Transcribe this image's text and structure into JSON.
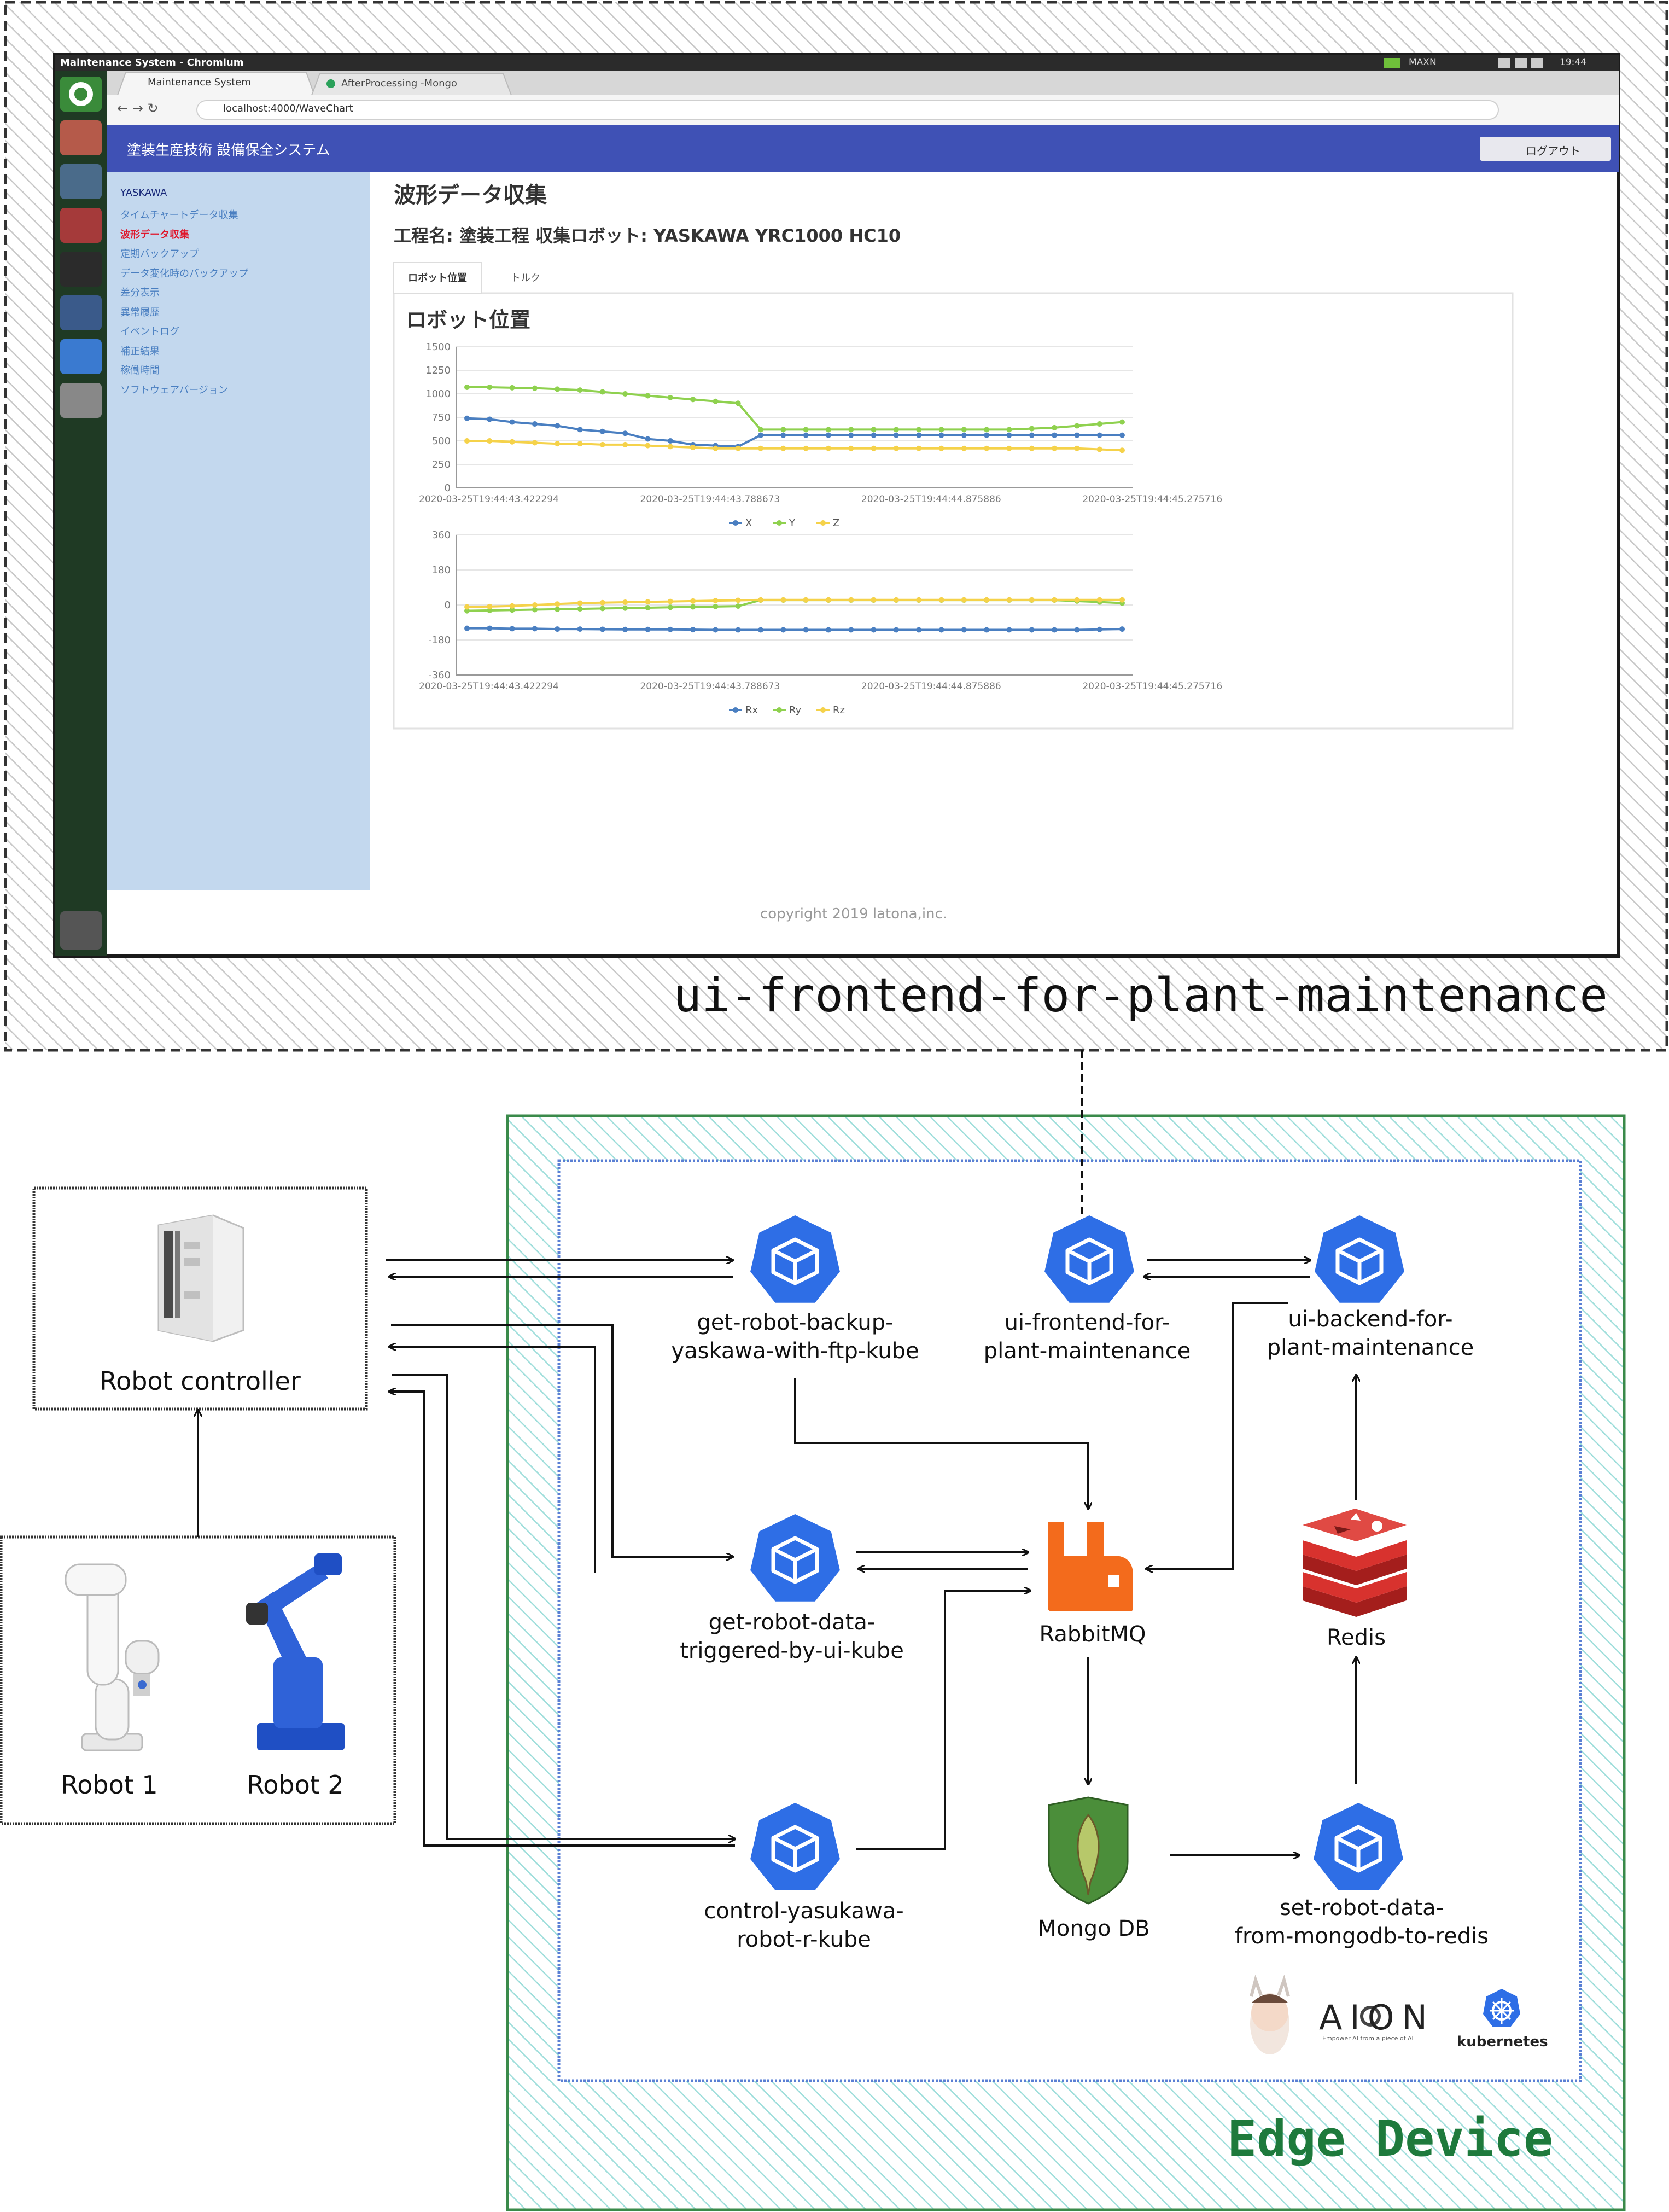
{
  "screenshot": {
    "window_title": "Maintenance System - Chromium",
    "tray": {
      "gpu": "MAXN",
      "time": "19:44"
    },
    "tabs": [
      "Maintenance System",
      "AfterProcessing -Mongo"
    ],
    "address": "localhost:4000/WaveChart",
    "app_title": "塗装生産技術 設備保全システム",
    "logout_label": "ログアウト",
    "sidebar": {
      "brand": "YASKAWA",
      "items": [
        "タイムチャートデータ収集",
        "波形データ収集",
        "定期バックアップ",
        "データ変化時のバックアップ",
        "差分表示",
        "異常履歴",
        "イベントログ",
        "補正結果",
        "稼働時間",
        "ソフトウェアバージョン"
      ]
    },
    "page_title": "波形データ収集",
    "process_line": "工程名: 塗装工程 収集ロボット: YASKAWA YRC1000 HC10",
    "tabs_inner": [
      "ロボット位置",
      "トルク"
    ],
    "card_title": "ロボット位置",
    "footer": "copyright 2019 latona,inc."
  },
  "chart_data": [
    {
      "type": "line",
      "x": [
        "2020-03-25T19:44:43.422294",
        "2020-03-25T19:44:43.788673",
        "2020-03-25T19:44:44.875886",
        "2020-03-25T19:44:45.275716"
      ],
      "series": [
        {
          "name": "X",
          "color": "#4a7fc1",
          "values": [
            740,
            730,
            700,
            680,
            660,
            620,
            600,
            580,
            520,
            500,
            460,
            450,
            440,
            560,
            560,
            560,
            560,
            560,
            560,
            560,
            560,
            560,
            560,
            560,
            560,
            560,
            560,
            560,
            560,
            560
          ]
        },
        {
          "name": "Y",
          "color": "#8fd14f",
          "values": [
            1070,
            1070,
            1065,
            1060,
            1050,
            1040,
            1020,
            1000,
            980,
            960,
            940,
            920,
            900,
            620,
            620,
            620,
            620,
            620,
            620,
            620,
            620,
            620,
            620,
            620,
            620,
            630,
            640,
            660,
            680,
            700
          ]
        },
        {
          "name": "Z",
          "color": "#f5d24a",
          "values": [
            500,
            500,
            490,
            480,
            470,
            470,
            460,
            460,
            450,
            440,
            430,
            420,
            420,
            420,
            420,
            420,
            420,
            420,
            420,
            420,
            420,
            420,
            420,
            420,
            420,
            420,
            420,
            420,
            410,
            400
          ]
        }
      ],
      "ylim": [
        0,
        1500
      ],
      "yticks": [
        0,
        250,
        500,
        750,
        1000,
        1250,
        1500
      ],
      "grid": true,
      "legend": "bottom"
    },
    {
      "type": "line",
      "x": [
        "2020-03-25T19:44:43.422294",
        "2020-03-25T19:44:43.788673",
        "2020-03-25T19:44:44.875886",
        "2020-03-25T19:44:45.275716"
      ],
      "series": [
        {
          "name": "Rx",
          "color": "#4a7fc1",
          "values": [
            -120,
            -120,
            -122,
            -122,
            -124,
            -124,
            -125,
            -126,
            -126,
            -126,
            -127,
            -128,
            -128,
            -128,
            -128,
            -128,
            -128,
            -128,
            -128,
            -128,
            -128,
            -128,
            -128,
            -128,
            -128,
            -128,
            -128,
            -128,
            -126,
            -124
          ]
        },
        {
          "name": "Ry",
          "color": "#8fd14f",
          "values": [
            -30,
            -28,
            -26,
            -24,
            -22,
            -20,
            -18,
            -16,
            -14,
            -12,
            -10,
            -8,
            -6,
            25,
            25,
            25,
            25,
            25,
            25,
            25,
            25,
            25,
            25,
            25,
            25,
            25,
            25,
            20,
            15,
            10
          ]
        },
        {
          "name": "Rz",
          "color": "#f5d24a",
          "values": [
            -10,
            -8,
            -5,
            0,
            5,
            10,
            12,
            14,
            16,
            18,
            20,
            22,
            24,
            26,
            26,
            26,
            26,
            26,
            26,
            26,
            26,
            26,
            26,
            26,
            26,
            26,
            26,
            26,
            26,
            26
          ]
        }
      ],
      "ylim": [
        -360,
        360
      ],
      "yticks": [
        -360,
        -180,
        0,
        180,
        360
      ],
      "grid": true,
      "legend": "bottom"
    }
  ],
  "diagram": {
    "frontend_box_label": "ui-frontend-for-plant-maintenance",
    "edge_label": "Edge Device",
    "controller_label": "Robot controller",
    "robot1_label": "Robot 1",
    "robot2_label": "Robot 2",
    "services": {
      "backup": "get-robot-backup-\nyaskawa-with-ftp-kube",
      "frontend": "ui-frontend-for-\nplant-maintenance",
      "backend": "ui-backend-for-\nplant-maintenance",
      "trigger": "get-robot-data-\ntriggered-by-ui-kube",
      "rabbit": "RabbitMQ",
      "redis": "Redis",
      "control": "control-yasukawa-\nrobot-r-kube",
      "mongo": "Mongo DB",
      "setredis": "set-robot-data-\nfrom-mongodb-to-redis"
    },
    "logos": {
      "aion": "AION",
      "aion_tag": "Empower AI from a piece of AI",
      "kubernetes": "kubernetes"
    },
    "colors": {
      "kube": "#2e6ee6",
      "rabbit": "#f36b1c",
      "redis": "#d8322e",
      "mongo": "#4b8e3a",
      "edge_title": "#1e7a3c",
      "edge_hatch": "#7fd4cf"
    }
  }
}
